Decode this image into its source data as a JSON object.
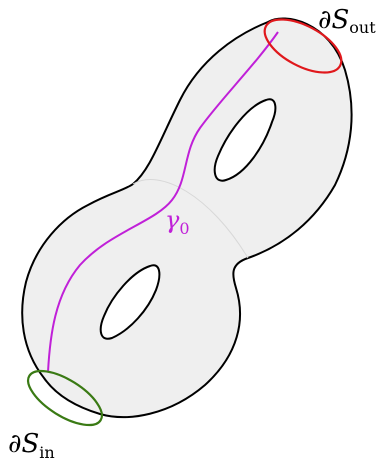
{
  "labels": {
    "boundary_out": {
      "symbol": "∂S",
      "sub": "out"
    },
    "boundary_in": {
      "symbol": "∂S",
      "sub": "in"
    },
    "curve": {
      "symbol": "γ",
      "sub": "0"
    }
  },
  "colors": {
    "surface_fill": "#efefef",
    "outline": "#000000",
    "boundary_out": "#e0181c",
    "boundary_in": "#3a7a14",
    "curve": "#c020d8",
    "seam": "#d8d8d8"
  }
}
